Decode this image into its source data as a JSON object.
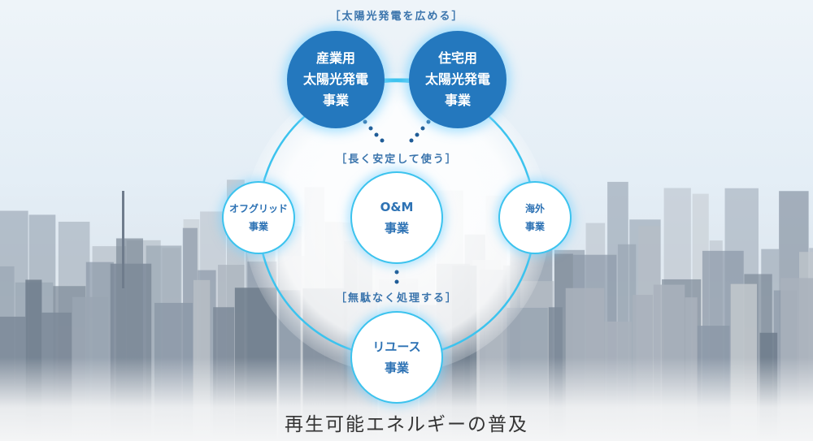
{
  "labels": {
    "spread": "［太陽光発電を広める］",
    "stable": "［長く安定して使う］",
    "waste": "［無駄なく処理する］"
  },
  "circles": {
    "industrial": [
      "産業用",
      "太陽光発電",
      "事業"
    ],
    "residential": [
      "住宅用",
      "太陽光発電",
      "事業"
    ],
    "offgrid": [
      "オフグリッド",
      "事業"
    ],
    "om": [
      "O&M",
      "事業"
    ],
    "overseas": [
      "海外",
      "事業"
    ],
    "reuse": [
      "リユース",
      "事業"
    ]
  },
  "title": "再生可能エネルギーの普及",
  "colors": {
    "dark": "#2478be",
    "ring": "#3cc3ee",
    "text": "#2d72b4"
  }
}
